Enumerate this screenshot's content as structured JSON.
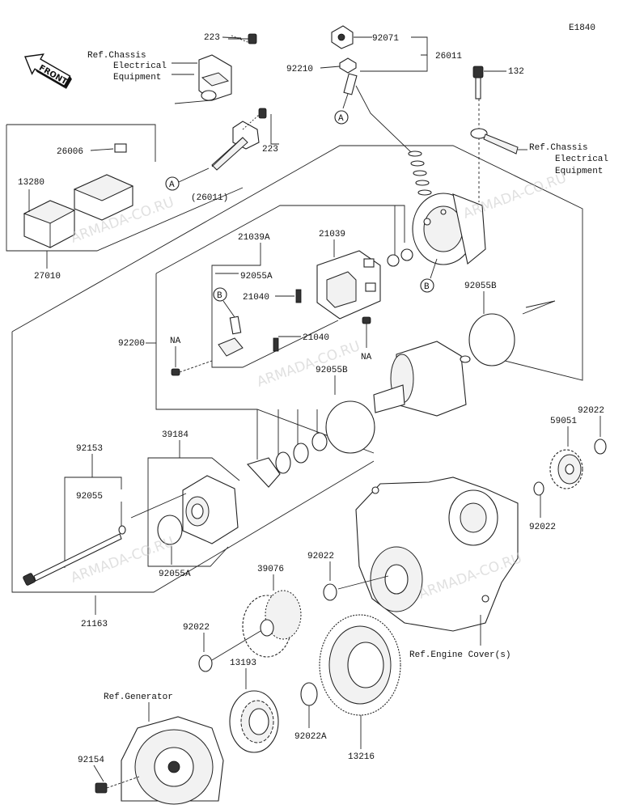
{
  "diagram_code": "E1840",
  "front_label": "FRONT",
  "watermark": "ARMADA-CO.RU",
  "parts": [
    {
      "id": "p223a",
      "text": "223"
    },
    {
      "id": "p223b",
      "text": "223"
    },
    {
      "id": "p92071",
      "text": "92071"
    },
    {
      "id": "p92210",
      "text": "92210"
    },
    {
      "id": "p26011",
      "text": "26011"
    },
    {
      "id": "p132",
      "text": "132"
    },
    {
      "id": "p26006",
      "text": "26006"
    },
    {
      "id": "p13280",
      "text": "13280"
    },
    {
      "id": "p27010",
      "text": "27010"
    },
    {
      "id": "p26011b",
      "text": "(26011)"
    },
    {
      "id": "p21039A",
      "text": "21039A"
    },
    {
      "id": "p21039",
      "text": "21039"
    },
    {
      "id": "p92055A_top",
      "text": "92055A"
    },
    {
      "id": "p21040a",
      "text": "21040"
    },
    {
      "id": "p21040b",
      "text": "21040"
    },
    {
      "id": "p92200",
      "text": "92200"
    },
    {
      "id": "pNA1",
      "text": "NA"
    },
    {
      "id": "pNA2",
      "text": "NA"
    },
    {
      "id": "p92055B_r",
      "text": "92055B"
    },
    {
      "id": "p92055B_c",
      "text": "92055B"
    },
    {
      "id": "p39184",
      "text": "39184"
    },
    {
      "id": "p92153",
      "text": "92153"
    },
    {
      "id": "p92055A",
      "text": "92055A"
    },
    {
      "id": "p92055",
      "text": "92055"
    },
    {
      "id": "p21163",
      "text": "21163"
    },
    {
      "id": "p59051",
      "text": "59051"
    },
    {
      "id": "p92022_r",
      "text": "92022"
    },
    {
      "id": "p92022_r2",
      "text": "92022"
    },
    {
      "id": "p92022_c",
      "text": "92022"
    },
    {
      "id": "p39076",
      "text": "39076"
    },
    {
      "id": "p92022_l",
      "text": "92022"
    },
    {
      "id": "p13193",
      "text": "13193"
    },
    {
      "id": "p92022A",
      "text": "92022A"
    },
    {
      "id": "p13216",
      "text": "13216"
    },
    {
      "id": "p92154",
      "text": "92154"
    }
  ],
  "refs": {
    "chassis_top": [
      "Ref.Chassis",
      "Electrical",
      "Equipment"
    ],
    "chassis_right": [
      "Ref.Chassis",
      "Electrical",
      "Equipment"
    ],
    "engine_cover": "Ref.Engine Cover(s)",
    "generator": "Ref.Generator"
  },
  "callouts": {
    "a1": "A",
    "a2": "A",
    "b1": "B",
    "b2": "B"
  }
}
